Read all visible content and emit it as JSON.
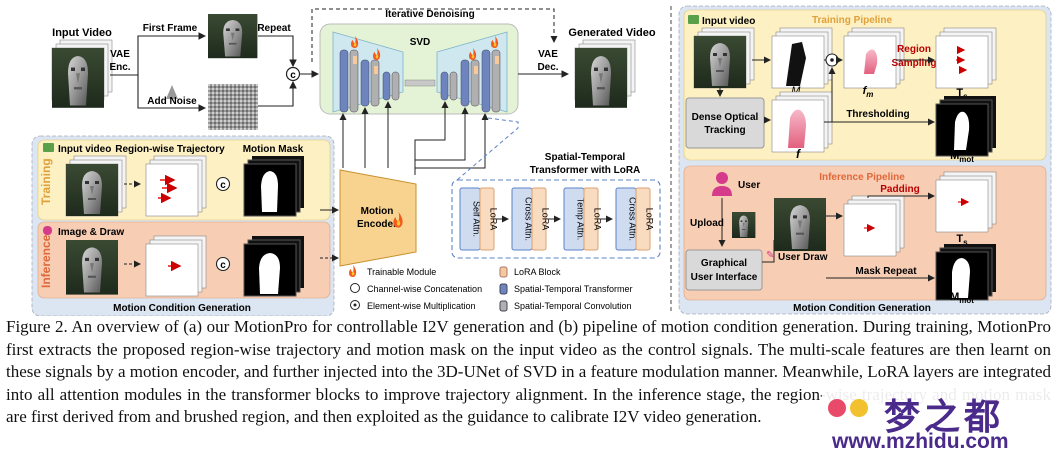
{
  "left_panel": {
    "input_video": "Input Video",
    "vae_enc": [
      "VAE",
      "Enc."
    ],
    "first_frame": "First Frame",
    "repeat": "Repeat",
    "add_noise": "Add Noise",
    "iterative_denoising": "Iterative Denoising",
    "svd": "SVD",
    "vae_dec": [
      "VAE",
      "Dec."
    ],
    "generated_video": "Generated Video",
    "stt_title": [
      "Spatial-Temporal",
      "Transformer with LoRA"
    ],
    "stt_blocks": [
      {
        "label": "Self Attn.",
        "type": "blue"
      },
      {
        "label": "LoRA",
        "type": "orange"
      },
      {
        "label": "Cross Attn.",
        "type": "blue"
      },
      {
        "label": "LoRA",
        "type": "orange"
      },
      {
        "label": "Temp Attn.",
        "type": "blue"
      },
      {
        "label": "LoRA",
        "type": "orange"
      },
      {
        "label": "Cross Attn.",
        "type": "blue"
      },
      {
        "label": "LoRA",
        "type": "orange"
      }
    ],
    "training_input": "Input video",
    "region_traj": "Region-wise Trajectory",
    "motion_mask": "Motion Mask",
    "training_tag": "Training",
    "image_draw": "Image & Draw",
    "inference_tag": "Inference",
    "motion_encoder": [
      "Motion",
      "Encoder"
    ],
    "condition_title": "Motion Condition Generation",
    "concat_symbol": "c",
    "legend": [
      {
        "label": "Trainable Module",
        "icon": "fire-icon"
      },
      {
        "label": "Channel-wise Concatenation",
        "icon": "concat-icon"
      },
      {
        "label": "Element-wise Multiplication",
        "icon": "multiply-icon"
      },
      {
        "label": "LoRA Block",
        "icon": "lora-swatch"
      },
      {
        "label": "Spatial-Temporal Transformer",
        "icon": "transformer-swatch"
      },
      {
        "label": "Spatial-Temporal Convolution",
        "icon": "conv-swatch"
      }
    ]
  },
  "right_panel": {
    "input_video": "Input video",
    "training_pipeline": "Training Pipeline",
    "mg": "M",
    "mg_sub": "g",
    "fm": "f",
    "fm_sub": "m",
    "region_sampling": [
      "Region",
      "Sampling"
    ],
    "ts": "T",
    "ts_sub": "s",
    "dense_flow": [
      "Dense Optical",
      "Tracking"
    ],
    "f_label": "f",
    "thresholding": "Thresholding",
    "mmot": "M",
    "mmot_sub": "mot",
    "inference_pipeline": "Inference Pipeline",
    "user": "User",
    "padding": "Padding",
    "upload": "Upload",
    "gui": [
      "Graphical",
      "User Interface"
    ],
    "user_draw": "User Draw",
    "mask_repeat": "Mask Repeat",
    "ts2": "T",
    "ts2_sub": "s",
    "mmot2": "M",
    "mmot2_sub": "mot",
    "condition_title": "Motion Condition Generation"
  },
  "caption": "Figure 2.  An overview of (a) our MotionPro for controllable I2V generation and (b) pipeline of motion condition generation.  During training, MotionPro first extracts the proposed region-wise trajectory and motion mask on the input video as the control signals. The multi-scale features are then learnt on these signals by a motion encoder, and further injected into the 3D-UNet of SVD in a feature modulation manner. Meanwhile, LoRA layers are integrated into all attention modules in the transformer blocks to improve trajectory alignment. In the inference stage, the region-wise trajectory and motion mask are first derived from and brushed region, and then exploited as the guidance to calibrate I2V video generation.",
  "watermark": {
    "cn": "梦之都",
    "url": "www.mzhidu.com"
  }
}
